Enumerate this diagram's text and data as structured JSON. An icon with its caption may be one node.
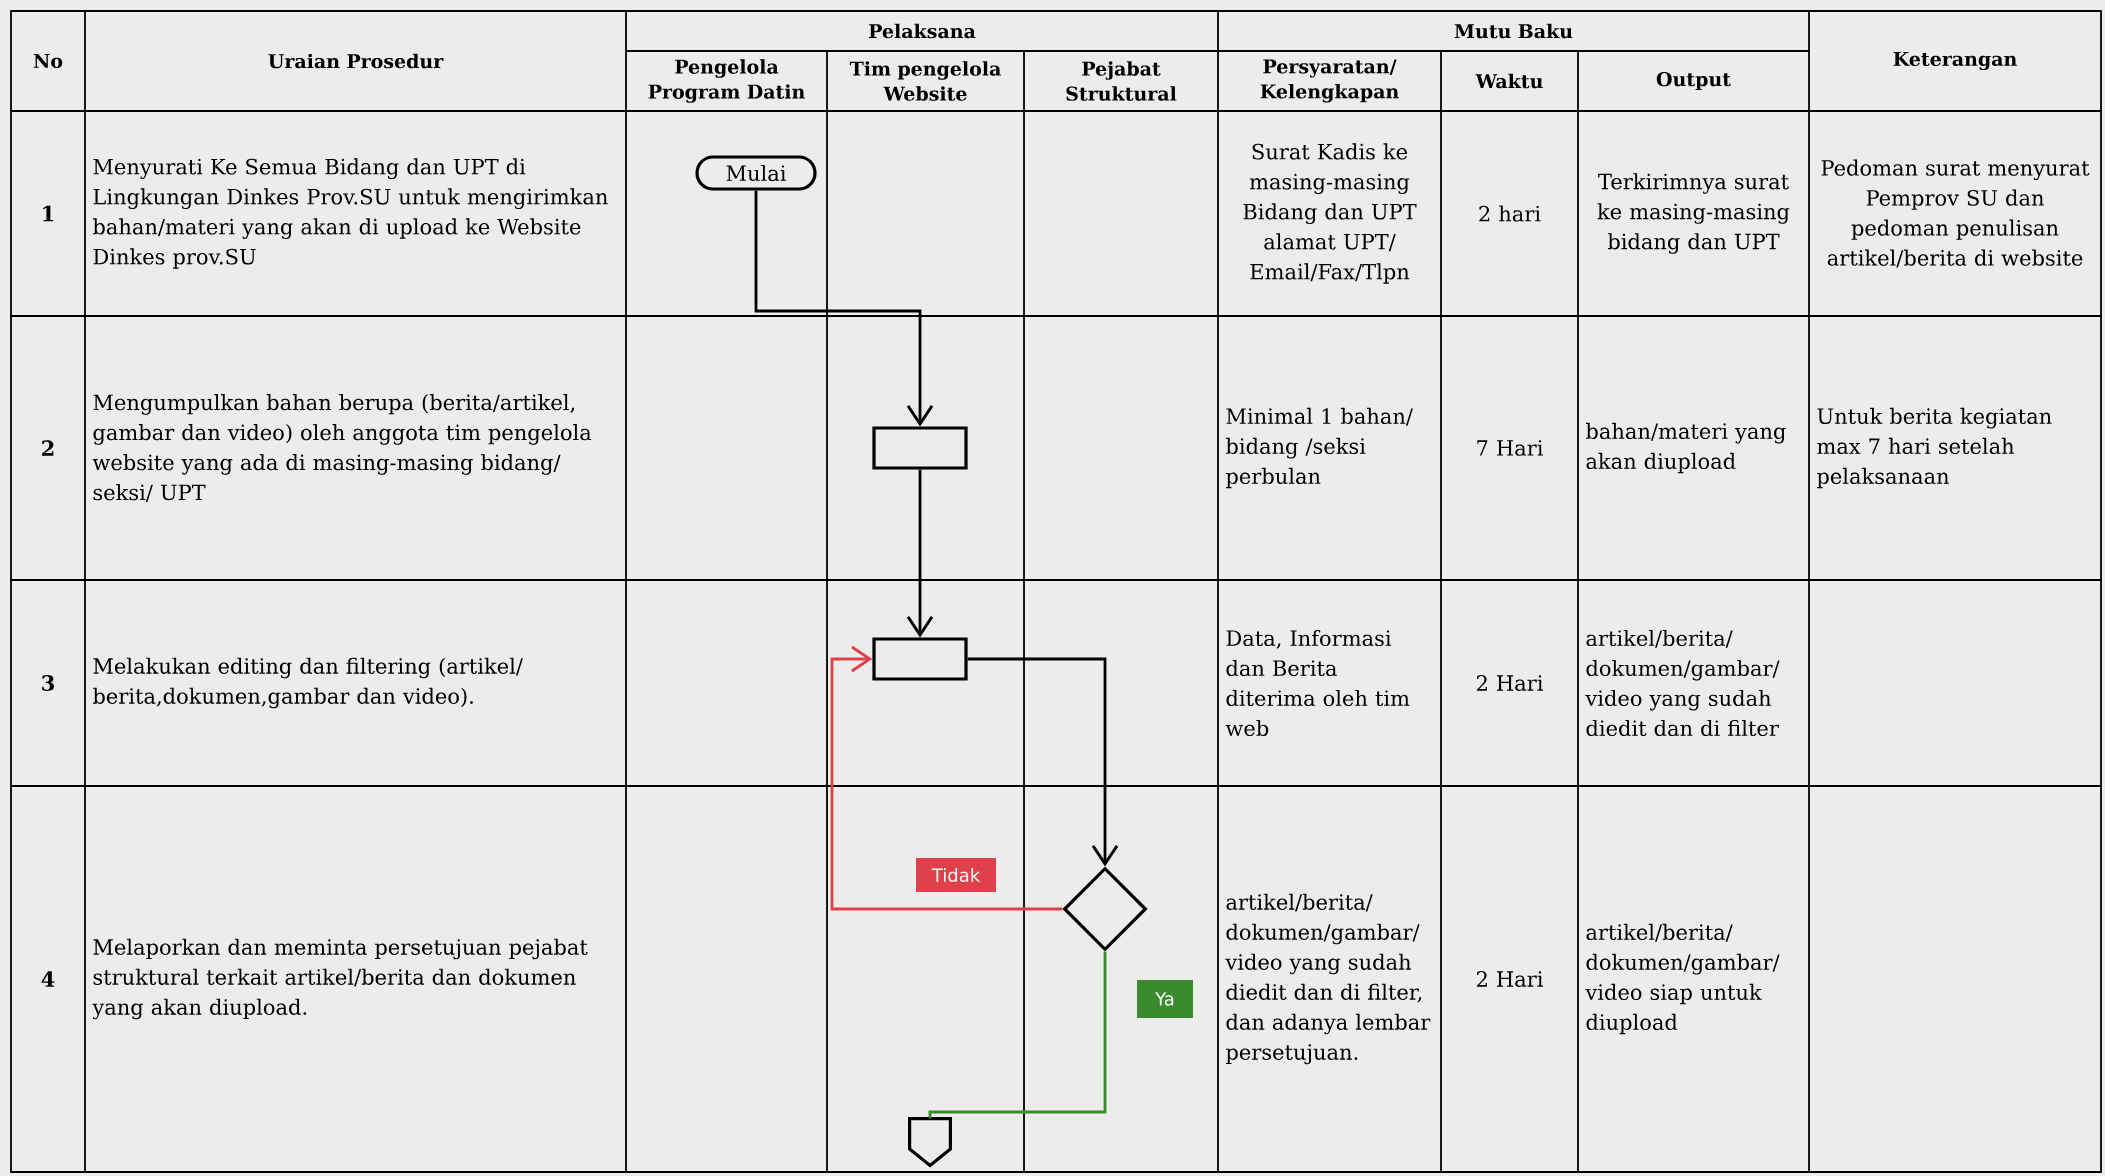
{
  "diagram": {
    "nodes": [
      {
        "text": [
          "Mulai"
        ]
      },
      {
        "text": [],
        "shape": "box"
      },
      {
        "text": [],
        "shape": "box"
      },
      {
        "text": [],
        "shape": "diamond"
      },
      {
        "text": [],
        "shape": "pentagon"
      }
    ],
    "edges": [
      {
        "from": 0,
        "to": 1,
        "arrow": "to"
      },
      {
        "from": 1,
        "to": 2,
        "arrow": "to"
      },
      {
        "from": 2,
        "to": 3,
        "arrow": "to"
      },
      {
        "from": 3,
        "to": 2,
        "arrow": "to",
        "label": "Tidak",
        "color": "#e0404a"
      },
      {
        "from": 3,
        "to": 4,
        "arrow": "none",
        "label": "Ya",
        "color": "#3a8a2e"
      }
    ],
    "labels": [
      "No",
      "Uraian Prosedur",
      "Pelaksana",
      "Mutu Baku",
      "Keterangan",
      "Pengelola Program Datin",
      "Tim pengelola Website",
      "Pejabat Struktural",
      "Persyaratan/ Kelengkapan",
      "Waktu",
      "Output",
      "1",
      "Menyurati Ke Semua Bidang dan UPT di Lingkungan Dinkes Prov.SU untuk mengirimkan bahan/materi yang akan di upload ke Website Dinkes prov.SU",
      "Surat Kadis ke masing-masing Bidang dan UPT alamat UPT/Email/Fax/Tlpn",
      "2 hari",
      "Terkirimnya surat ke masing-masing bidang dan UPT",
      "Pedoman surat menyurat Pemprov SU dan pedoman penulisan artikel/berita di website",
      "2",
      "Mengumpulkan bahan berupa (berita/artikel, gambar dan video) oleh anggota tim pengelola website yang ada di masing-masing bidang/seksi/ UPT",
      "Minimal 1 bahan/bidang /seksi perbulan",
      "7 Hari",
      "bahan/materi yang akan diupload",
      "Untuk berita kegiatan max 7 hari setelah pelaksanaan",
      "3",
      "Melakukan editing dan filtering (artikel/berita,dokumen,gambar dan video).",
      "Data, Informasi dan Berita diterima oleh tim web",
      "2 Hari",
      "artikel/berita/dokumen/gambar/video yang sudah diedit dan di filter",
      "4",
      "Melaporkan dan meminta persetujuan pejabat struktural terkait artikel/berita dan dokumen yang akan diupload.",
      "artikel/berita/dokumen/gambar/video yang sudah diedit dan di filter, dan adanya lembar persetujuan.",
      "2 Hari",
      "artikel/berita/dokumen/gambar/video siap untuk diupload"
    ]
  }
}
